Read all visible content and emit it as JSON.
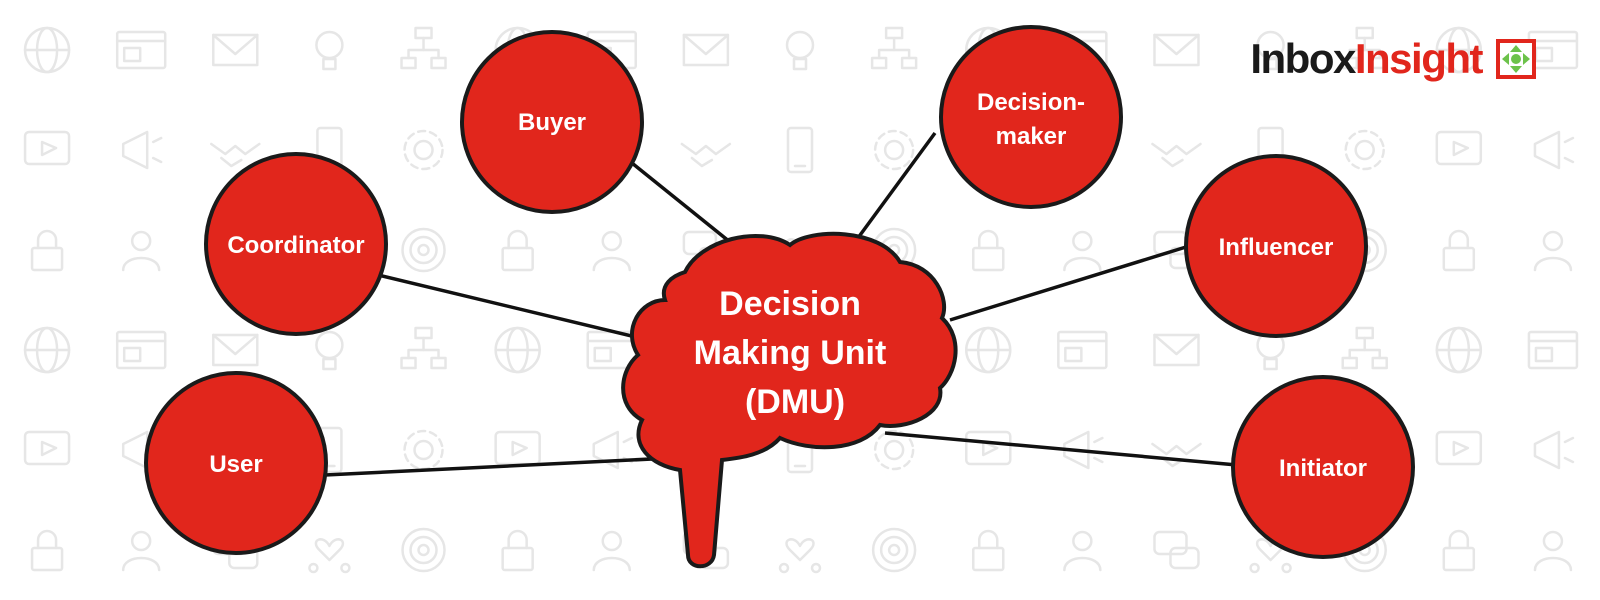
{
  "colors": {
    "node_fill": "#e1261c",
    "stroke": "#1a1a1a",
    "pattern": "#e6e6e6",
    "logo_dark": "#1a1a1a",
    "logo_red": "#e1261c",
    "logo_green": "#6cc24a"
  },
  "logo": {
    "part1": "Inbox",
    "part2": "Insight",
    "mark_icon": "inboxinsight-mark-icon"
  },
  "center": {
    "lines": [
      "Decision",
      "Making Unit",
      "(DMU)"
    ]
  },
  "nodes": [
    {
      "id": "buyer",
      "lines": [
        "Buyer"
      ]
    },
    {
      "id": "decision-maker",
      "lines": [
        "Decision-",
        "maker"
      ]
    },
    {
      "id": "coordinator",
      "lines": [
        "Coordinator"
      ]
    },
    {
      "id": "influencer",
      "lines": [
        "Influencer"
      ]
    },
    {
      "id": "user",
      "lines": [
        "User"
      ]
    },
    {
      "id": "initiator",
      "lines": [
        "Initiator"
      ]
    }
  ],
  "background_icons": [
    "globe-icon",
    "chat-icon",
    "gear-icon",
    "browser-window-icon",
    "heart-network-icon",
    "play-button-icon",
    "email-icon",
    "target-icon",
    "megaphone-icon",
    "lightbulb-icon",
    "lock-icon",
    "handshake-icon",
    "flowchart-icon",
    "person-icon",
    "mobile-phone-icon"
  ]
}
